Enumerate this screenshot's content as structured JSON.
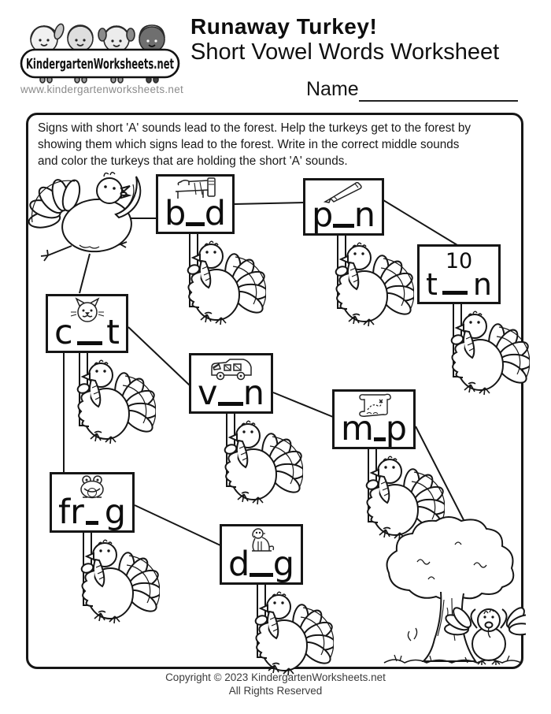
{
  "header": {
    "logo_brand": "KindergartenWorksheets.net",
    "logo_url": "www.kindergartenworksheets.net",
    "title": "Runaway Turkey!",
    "subtitle": "Short Vowel Words Worksheet",
    "name_label": "Name"
  },
  "instructions": {
    "lines": [
      "Signs with short 'A' sounds lead to the forest. Help the turkeys get to the forest by",
      "showing them which signs lead to the forest. Write in the correct middle sounds",
      "and color the turkeys that are holding the short 'A' sounds."
    ]
  },
  "signs": [
    {
      "word": "bed",
      "left": "b",
      "right": "d",
      "icon": "bed-icon"
    },
    {
      "word": "pen",
      "left": "p",
      "right": "n",
      "icon": "pen-icon"
    },
    {
      "word": "ten",
      "left": "t",
      "right": "n",
      "icon": "ten-numeral",
      "image_label": "10"
    },
    {
      "word": "cat",
      "left": "c",
      "right": "t",
      "icon": "cat-icon"
    },
    {
      "word": "van",
      "left": "v",
      "right": "n",
      "icon": "van-icon"
    },
    {
      "word": "map",
      "left": "m",
      "right": "p",
      "icon": "map-icon"
    },
    {
      "word": "frog",
      "left": "fr",
      "right": "g",
      "icon": "frog-icon"
    },
    {
      "word": "dog",
      "left": "d",
      "right": "g",
      "icon": "dog-icon"
    }
  ],
  "footer": {
    "copyright": "Copyright © 2023 KindergartenWorksheets.net",
    "rights": "All Rights Reserved"
  },
  "colors": {
    "ink": "#161616",
    "muted": "#8b8b8b",
    "paper": "#ffffff"
  }
}
